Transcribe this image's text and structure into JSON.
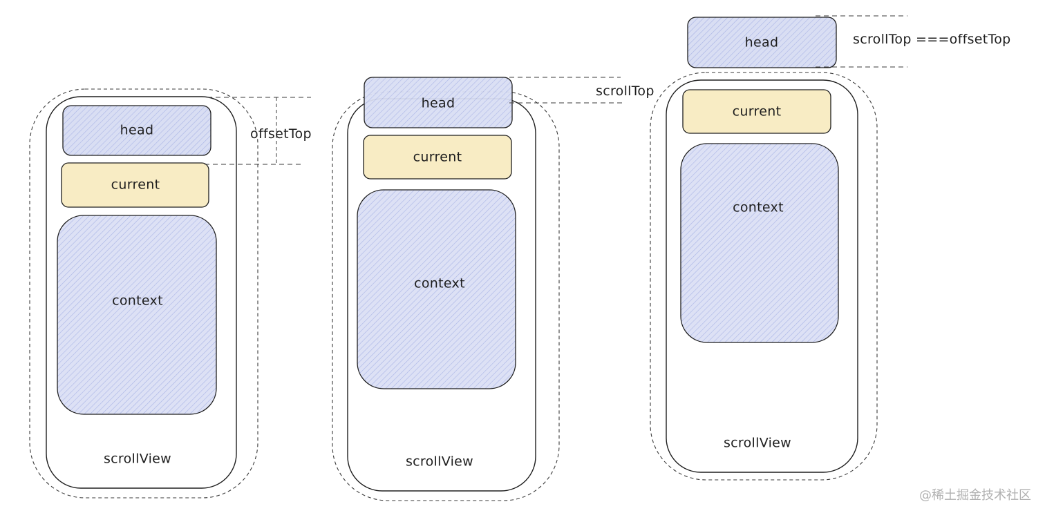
{
  "colors": {
    "stroke": "#1e1e1e",
    "head_fill": "#d9def3",
    "head_hatch": "#a9b4e6",
    "current_fill": "#f8ecc4",
    "context_fill": "#dde1f5",
    "dash": "#3a3a3a"
  },
  "panel1": {
    "head": "head",
    "current": "current",
    "context": "context",
    "scrollview": "scrollView",
    "measure_label": "offsetTop"
  },
  "panel2": {
    "head": "head",
    "current": "current",
    "context": "context",
    "scrollview": "scrollView",
    "measure_label": "scrollTop"
  },
  "panel3": {
    "head": "head",
    "current": "current",
    "context": "context",
    "scrollview": "scrollView",
    "measure_label": "scrollTop ===offsetTop"
  },
  "watermark": "@稀土掘金技术社区"
}
